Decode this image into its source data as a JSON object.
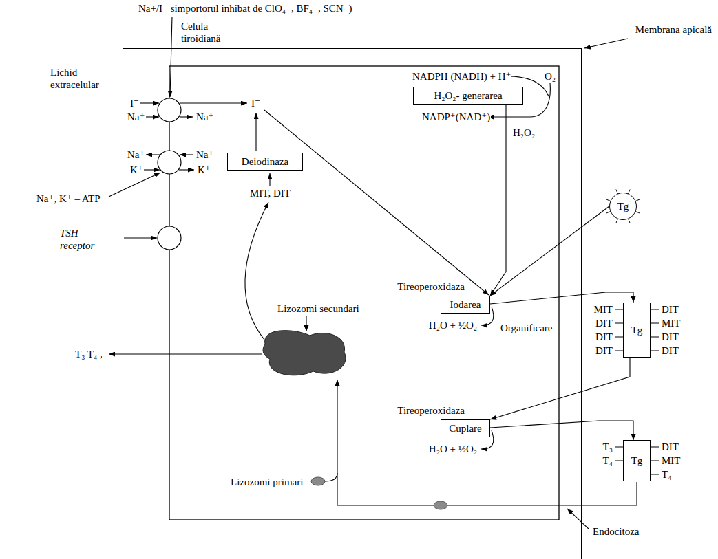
{
  "diagram": {
    "nodes": [
      {
        "text": [
          "Celula tiroidiană"
        ]
      },
      {
        "text": [
          "H₂O₂- generarea"
        ],
        "in": 0
      },
      {
        "text": [
          "Deiodinaza"
        ],
        "in": 0
      },
      {
        "text": [
          "Tg"
        ]
      },
      {
        "text": [
          "Iodarea"
        ],
        "in": 0
      },
      {
        "text": [
          "Tg"
        ]
      },
      {
        "text": [
          "Cuplare"
        ],
        "in": 0
      },
      {
        "text": [
          "Tg"
        ]
      }
    ],
    "edges": [
      {
        "from": 1,
        "to": 4,
        "arrow": "to"
      },
      {
        "from": 3,
        "to": 4,
        "arrow": "to"
      },
      {
        "from": 4,
        "to": 5,
        "arrow": "to"
      },
      {
        "from": 5,
        "to": 6,
        "arrow": "to"
      },
      {
        "from": 6,
        "to": 7,
        "arrow": "to"
      }
    ],
    "labels": [
      "Na+/I⁻ simportorul inhibat de ClO₄⁻, BF₄⁻, SCN⁻)",
      "Lichid extracelular",
      "Membrana apicală",
      "I⁻",
      "Na⁺",
      "Na⁺",
      "I⁻",
      "Na⁺",
      "Na⁺",
      "K⁺",
      "K⁺",
      "Na⁺, K⁺ – ATP",
      "TSH–receptor",
      "MIT, DIT",
      "NADPH (NADH) + H⁺",
      "O₂",
      "NADP⁺(NAD⁺)",
      "H₂O₂",
      "Tireoperoxidaza",
      "H₂O + ½O₂",
      "Organificare",
      "MIT",
      "DIT",
      "DIT",
      "DIT",
      "DIT",
      "MIT",
      "DIT",
      "DIT",
      "Lizozomi secundari",
      "T₃ T₄ ,",
      "Tireoperoxidaza",
      "H₂O + ½O₂",
      "T₃",
      "T₄",
      "DIT",
      "MIT",
      "T₄",
      "Lizozomi primari",
      "Endocitoza"
    ]
  }
}
